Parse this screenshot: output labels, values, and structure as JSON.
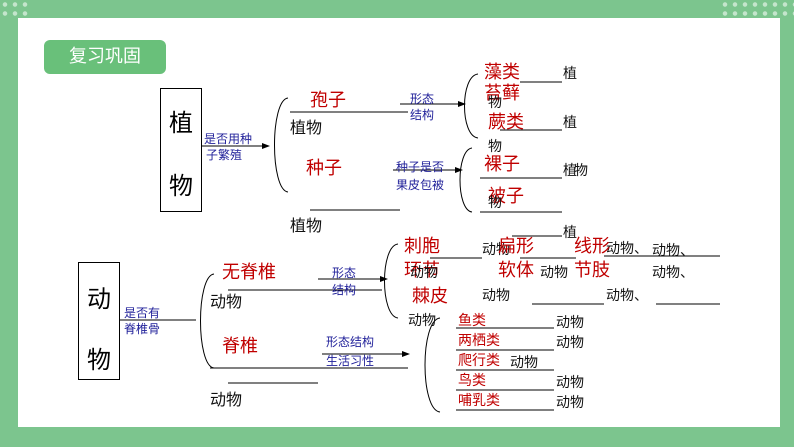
{
  "header": {
    "title": "复习巩固"
  },
  "plant": {
    "root_label": "植物",
    "root_chars": [
      "植",
      "物"
    ],
    "criterion": [
      "是否用种",
      "子繁殖"
    ],
    "spore": {
      "term": "孢子",
      "suffix": "植物",
      "criterion": [
        "形态",
        "结构"
      ],
      "algae": "藻类",
      "algae_suffix": "植",
      "moss": "苔藓",
      "moss_suffix": "物",
      "fern": "蕨类",
      "fern_suffix": "植",
      "fern_suffix2": "物"
    },
    "seed": {
      "term": "种子",
      "suffix": "植物",
      "criterion": [
        "种子是否",
        "果皮包被"
      ],
      "gymno": "裸子",
      "gymno_suffix": "植",
      "gymno_suffix2": "物",
      "angio": "被子",
      "angio_suffix": "植",
      "angio_suffix2": "物"
    }
  },
  "animal": {
    "root_chars": [
      "动",
      "物"
    ],
    "criterion": [
      "是否有",
      "脊椎骨"
    ],
    "invert": {
      "term": "无脊椎",
      "suffix": "动物",
      "criterion": [
        "形态",
        "结构"
      ],
      "cnidaria": "刺胞",
      "cnidaria_suffix": "动物",
      "flat": "扁形",
      "flat_suffix": "动物、",
      "round": "线形",
      "round_suffix": "动物、",
      "annelid": "环节",
      "annelid_suffix": "动物",
      "mollusk": "软体",
      "mollusk_suffix": "动物",
      "arthropod": "节肢",
      "arthropod_suffix": "动物、",
      "echino": "棘皮",
      "echino_suffix": "动物"
    },
    "vert": {
      "term": "脊椎",
      "suffix": "动物",
      "criterion": [
        "形态结构",
        "生活习性"
      ],
      "classes": [
        {
          "name": "鱼类",
          "suffix": "动物"
        },
        {
          "name": "两栖类",
          "suffix": "动物"
        },
        {
          "name": "爬行类",
          "suffix": "动物"
        },
        {
          "name": "鸟类",
          "suffix": "动物"
        },
        {
          "name": "哺乳类",
          "suffix": "动物"
        }
      ]
    }
  },
  "colors": {
    "accent": "#69c07a",
    "frame": "#7cc58e",
    "answer": "#c00000",
    "criterion": "#1f1f99"
  }
}
